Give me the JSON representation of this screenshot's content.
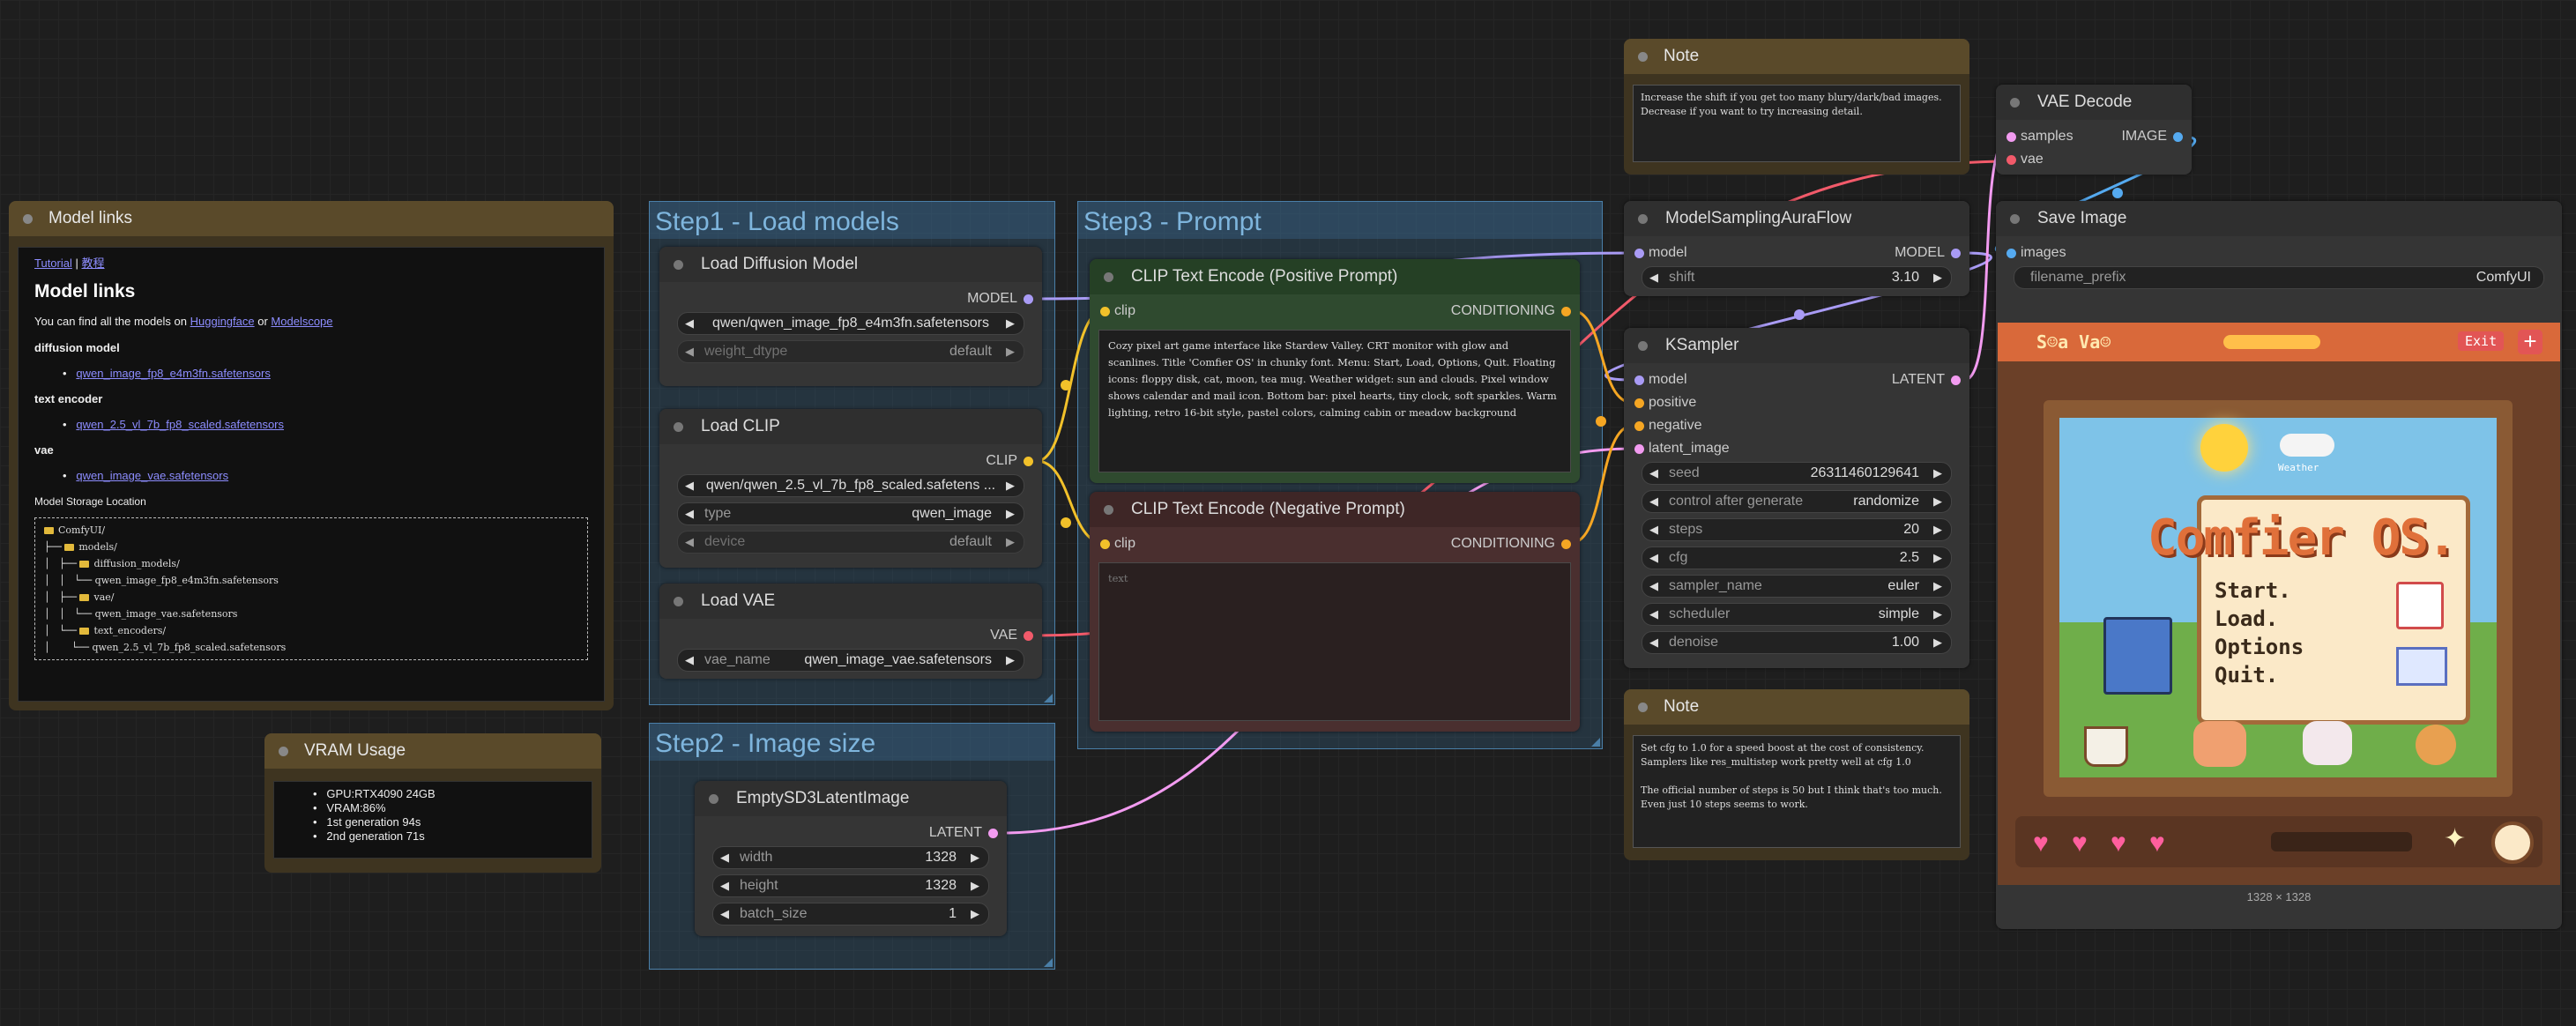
{
  "colors": {
    "model_link": "#a99bf5",
    "clip_link": "#f2c12a",
    "vae_link": "#f25a6a",
    "latent_link": "#f29bf0",
    "image_link": "#55aaf0",
    "conditioning": "#f5a623"
  },
  "groups": {
    "step1": "Step1 - Load models",
    "step2": "Step2 - Image size",
    "step3": "Step3 - Prompt"
  },
  "model_links": {
    "title": "Model links",
    "tutorial": "Tutorial",
    "sep": "|",
    "tutorial_cn": "教程",
    "heading": "Model links",
    "intro_pre": "You can find all the models on",
    "huggingface": "Huggingface",
    "or": "or",
    "modelscope": "Modelscope",
    "diffusion_label": "diffusion model",
    "diffusion_file": "qwen_image_fp8_e4m3fn.safetensors",
    "encoder_label": "text encoder",
    "encoder_file": "qwen_2.5_vl_7b_fp8_scaled.safetensors",
    "vae_label": "vae",
    "vae_file": "qwen_image_vae.safetensors",
    "storage_label": "Model Storage Location",
    "tree": {
      "root": "ComfyUI/",
      "t1": "├── ",
      "models": "models/",
      "t2": "│   ├── ",
      "diffusion_models": "diffusion_models/",
      "t3": "│   │   └── ",
      "f1": "qwen_image_fp8_e4m3fn.safetensors",
      "t4": "│   ├── ",
      "vae": "vae/",
      "t5": "│   │   └── ",
      "f2": "qwen_image_vae.safetensors",
      "t6": "│   └── ",
      "text_encoders": "text_encoders/",
      "t7": "│       └── ",
      "f3": "qwen_2.5_vl_7b_fp8_scaled.safetensors"
    }
  },
  "vram": {
    "title": "VRAM Usage",
    "items": [
      "GPU:RTX4090 24GB",
      "VRAM:86%",
      "1st generation 94s",
      "2nd generation 71s"
    ]
  },
  "load_diffusion": {
    "title": "Load Diffusion Model",
    "out": "MODEL",
    "unet_name": "qwen/qwen_image_fp8_e4m3fn.safetensors",
    "weight_dtype_label": "weight_dtype",
    "weight_dtype": "default"
  },
  "load_clip": {
    "title": "Load CLIP",
    "out": "CLIP",
    "clip_name": "qwen/qwen_2.5_vl_7b_fp8_scaled.safetens ...",
    "type_label": "type",
    "type": "qwen_image",
    "device_label": "device",
    "device": "default"
  },
  "load_vae": {
    "title": "Load VAE",
    "out": "VAE",
    "vae_name_label": "vae_name",
    "vae_name": "qwen_image_vae.safetensors"
  },
  "latent": {
    "title": "EmptySD3LatentImage",
    "out": "LATENT",
    "width_label": "width",
    "width": "1328",
    "height_label": "height",
    "height": "1328",
    "batch_label": "batch_size",
    "batch": "1"
  },
  "pos": {
    "title": "CLIP Text Encode (Positive Prompt)",
    "in": "clip",
    "out": "CONDITIONING",
    "text": "Cozy pixel art game interface like Stardew Valley. CRT monitor with glow and scanlines. Title 'Comfier OS' in chunky font. Menu: Start, Load, Options, Quit. Floating icons: floppy disk, cat, moon, tea mug. Weather widget: sun and clouds. Pixel window shows calendar and mail icon. Bottom bar: pixel hearts, tiny clock, soft sparkles. Warm lighting, retro 16-bit style, pastel colors, calming cabin or meadow background"
  },
  "neg": {
    "title": "CLIP Text Encode (Negative Prompt)",
    "in": "clip",
    "out": "CONDITIONING",
    "placeholder": "text"
  },
  "note1": {
    "title": "Note",
    "text": "Increase the shift if you get too many blury/dark/bad images. Decrease if you want to try increasing detail."
  },
  "aura": {
    "title": "ModelSamplingAuraFlow",
    "in": "model",
    "out": "MODEL",
    "shift_label": "shift",
    "shift": "3.10"
  },
  "ksampler": {
    "title": "KSampler",
    "out": "LATENT",
    "in_model": "model",
    "in_positive": "positive",
    "in_negative": "negative",
    "in_latent": "latent_image",
    "seed_label": "seed",
    "seed": "263114601296​41",
    "control_label": "control after generate",
    "control": "randomize",
    "steps_label": "steps",
    "steps": "20",
    "cfg_label": "cfg",
    "cfg": "2.5",
    "sampler_label": "sampler_name",
    "sampler": "euler",
    "scheduler_label": "scheduler",
    "scheduler": "simple",
    "denoise_label": "denoise",
    "denoise": "1.00"
  },
  "note2": {
    "title": "Note",
    "p1": "Set cfg to 1.0 for a speed boost at the cost of consistency. Samplers like res_multistep work pretty well at cfg 1.0",
    "p2": "The official number of steps is 50 but I think that's too much. Even just 10 steps seems to work."
  },
  "vae_decode": {
    "title": "VAE Decode",
    "in_samples": "samples",
    "in_vae": "vae",
    "out": "IMAGE"
  },
  "save": {
    "title": "Save Image",
    "in": "images",
    "prefix_label": "filename_prefix",
    "prefix": "ComfyUI",
    "dims": "1328 × 1328",
    "preview": {
      "app_name": "S☺a Va☺",
      "corner_btn": "Exit",
      "title": "Comfier OS.",
      "menu": [
        "Start.",
        "Load.",
        "Options",
        "Quit."
      ],
      "weather": "Weather"
    }
  }
}
